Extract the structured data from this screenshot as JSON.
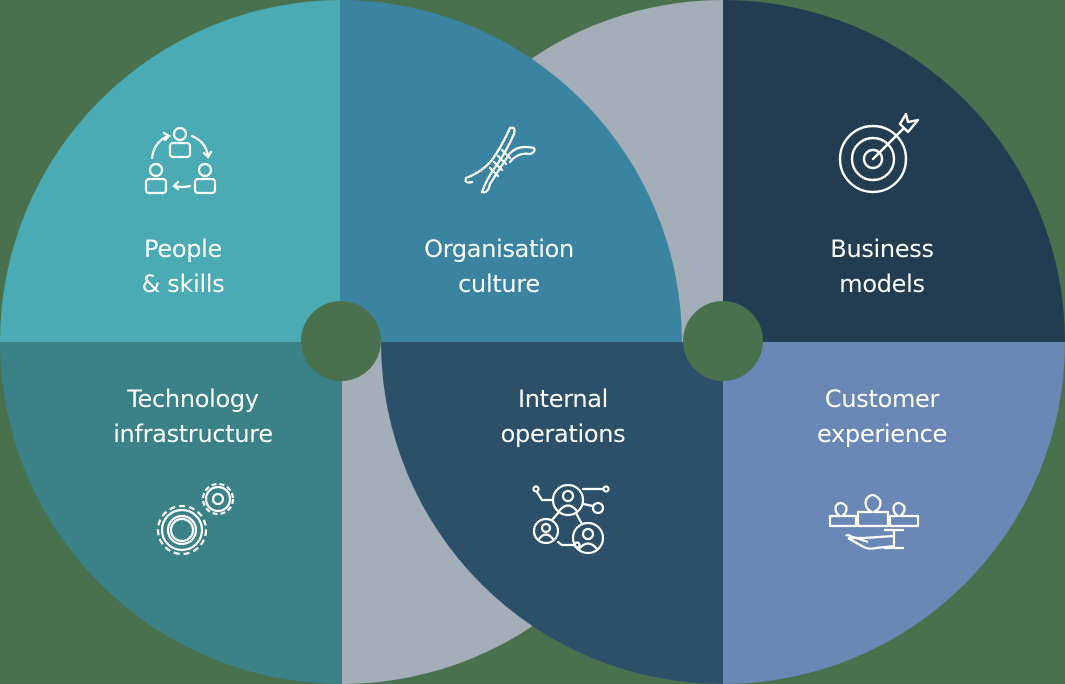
{
  "colors": {
    "background": "#4A714D",
    "people_skills": "#4AABB4",
    "organisation_culture": "#3A84A2",
    "business_models": "#223D51",
    "technology_infrastructure": "#3A8288",
    "internal_operations": "#2C5069",
    "customer_experience": "#6A88B6",
    "overlap_gray": "#A3AEB9"
  },
  "segments": [
    {
      "id": "people_skills",
      "line1": "People",
      "line2": "& skills",
      "icon": "people-rotation-icon"
    },
    {
      "id": "organisation_culture",
      "line1": "Organisation",
      "line2": "culture",
      "icon": "dna-icon"
    },
    {
      "id": "business_models",
      "line1": "Business",
      "line2": "models",
      "icon": "target-arrow-icon"
    },
    {
      "id": "technology_infrastructure",
      "line1": "Technology",
      "line2": "infrastructure",
      "icon": "gears-icon"
    },
    {
      "id": "internal_operations",
      "line1": "Internal",
      "line2": "operations",
      "icon": "network-people-icon"
    },
    {
      "id": "customer_experience",
      "line1": "Customer",
      "line2": "experience",
      "icon": "hand-serving-people-icon"
    }
  ]
}
